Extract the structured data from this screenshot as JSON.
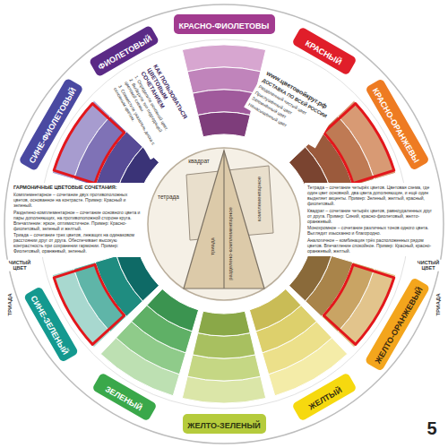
{
  "diagram": {
    "nodes": [
      {
        "text": [
          "ФИОЛЕТОВЫЙ"
        ]
      },
      {
        "text": [
          "КРАСНО-ФИОЛЕТОВЫ"
        ]
      },
      {
        "text": [
          "КРАСНЫЙ"
        ]
      },
      {
        "text": [
          "КРАСНО-ОРАНЖЕВЫ"
        ]
      },
      {
        "text": [
          "ЖЕЛТО-ОРАНЖЕВЫЙ"
        ]
      },
      {
        "text": [
          "ЖЕЛТЫЙ"
        ]
      },
      {
        "text": [
          "ЖЕЛТО-ЗЕЛЕНЫЙ"
        ]
      },
      {
        "text": [
          "ЗЕЛЕНЫЙ"
        ]
      },
      {
        "text": [
          "СИНЕ-ЗЕЛЕНЫЙ"
        ]
      },
      {
        "text": [
          "СИНЕ-ФИОЛЕТОВЫЙ"
        ]
      }
    ],
    "labels": [
      "КАК ПОЛЬЗОВАТЬСЯ ЦВЕТОВЫМ СОЧЕТАНИЕМ",
      "1. Определите основной цвет.",
      "2. Выберите тип подходящей цветовой схемы.",
      "3. Совместите указатель диска с основным цветом.",
      "www.цветовойкруг.рф",
      "ДОСТАВКА ПО ВСЕЙ РОССИИ",
      "Разделенный чистый цвет",
      "Приглушённый цвет",
      "Затемнённый цвет",
      "Ненасыщенный цвет",
      "ГАРМОНИЧНЫЕ ЦВЕТОВЫЕ СОЧЕТАНИЯ:",
      "Комплементарное – сочетание двух противоположных цветов, основанное на контрасте. Пример: Красный и зеленый.",
      "Разделено-комплементарное – сочетание основного цвета и пары дополняющих, на противоположной стороне круга. Впечатление: яркое, оптимистичное. Пример: Красно-фиолетовый, зеленый и желтый.",
      "Триада – сочетание трех цветов, лежащих на одинаковом расстоянии друг от друга. Обеспечивает высокую контрастность при сохранении гармонии. Пример: Фиолетовый, оранжевый, зеленый.",
      "Тетрада – сочетание четырёх цветов. Цветовая схема, где один цвет основной, два цвета дополняющие, и ещё один выделяет акценты. Пример: Зеленый, желтый, красный, фиолетовый.",
      "Квадрат – сочетание четырёх цветов, равноудаленных друг от друга. Пример: Синий, красно-фиолетовый, желто-оранжевый.",
      "Монохромное – сочетание различных тонов одного цвета. Выглядит изысканно и благородно.",
      "Аналогичное – комбинация трёх расположенных рядом цветов. Впечатление спокойное. Пример: Красный, красно-оранжевый, желтый.",
      "ЧИСТЫЙ ЦВЕТ",
      "ТРИАДА",
      "ЧИСТЫЙ ЦВЕТ",
      "ТРИАДА",
      "квадрат",
      "тетрада",
      "триада",
      "разделено-комплементарное",
      "комплементарное",
      "5"
    ]
  }
}
